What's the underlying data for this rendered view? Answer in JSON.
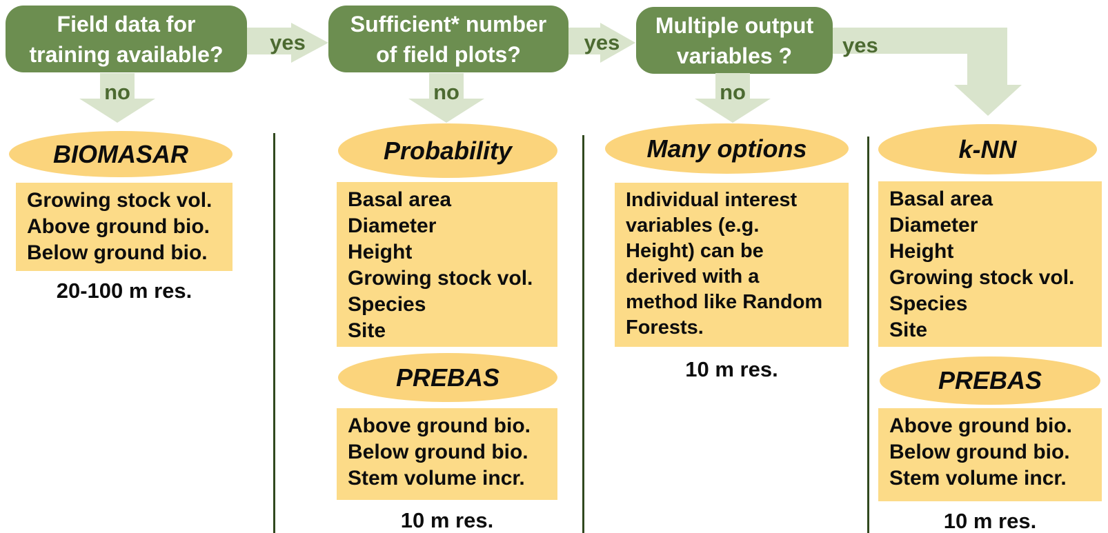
{
  "decisions": [
    {
      "label": "Field data for\ntraining available?"
    },
    {
      "label": "Sufficient* number\nof field plots?"
    },
    {
      "label": "Multiple output\nvariables ?"
    }
  ],
  "edges": {
    "yes1": "yes",
    "yes2": "yes",
    "yes3": "yes",
    "no1": "no",
    "no2": "no",
    "no3": "no"
  },
  "columns": [
    {
      "method": "BIOMASAR",
      "outputs": [
        "Growing stock vol.",
        "Above ground bio.",
        "Below ground bio."
      ],
      "resolution": "20-100 m res."
    },
    {
      "method": "Probability",
      "outputs": [
        "Basal area",
        "Diameter",
        "Height",
        "Growing stock vol.",
        "Species",
        "Site"
      ],
      "method2": "PREBAS",
      "outputs2": [
        "Above ground bio.",
        "Below ground bio.",
        "Stem volume incr."
      ],
      "resolution": "10 m res."
    },
    {
      "method": "Many options",
      "note": "Individual interest\nvariables (e.g.\nHeight) can be\nderived with a\nmethod like Random\nForests.",
      "resolution": "10 m res."
    },
    {
      "method": "k-NN",
      "outputs": [
        "Basal area",
        "Diameter",
        "Height",
        "Growing stock vol.",
        "Species",
        "Site"
      ],
      "method2": "PREBAS",
      "outputs2": [
        "Above ground bio.",
        "Below ground bio.",
        "Stem volume incr."
      ],
      "resolution": "10 m res."
    }
  ],
  "colors": {
    "decision_green": "#6C8E50",
    "arrow_green": "#D9E4CC",
    "edge_text_green": "#4C6A31",
    "divider_green": "#31491F",
    "ellipse_yellow": "#FBD47C",
    "listbox_yellow": "#FCDB88",
    "text_white": "#FFFFFF",
    "text_black": "#0D0D0D"
  }
}
